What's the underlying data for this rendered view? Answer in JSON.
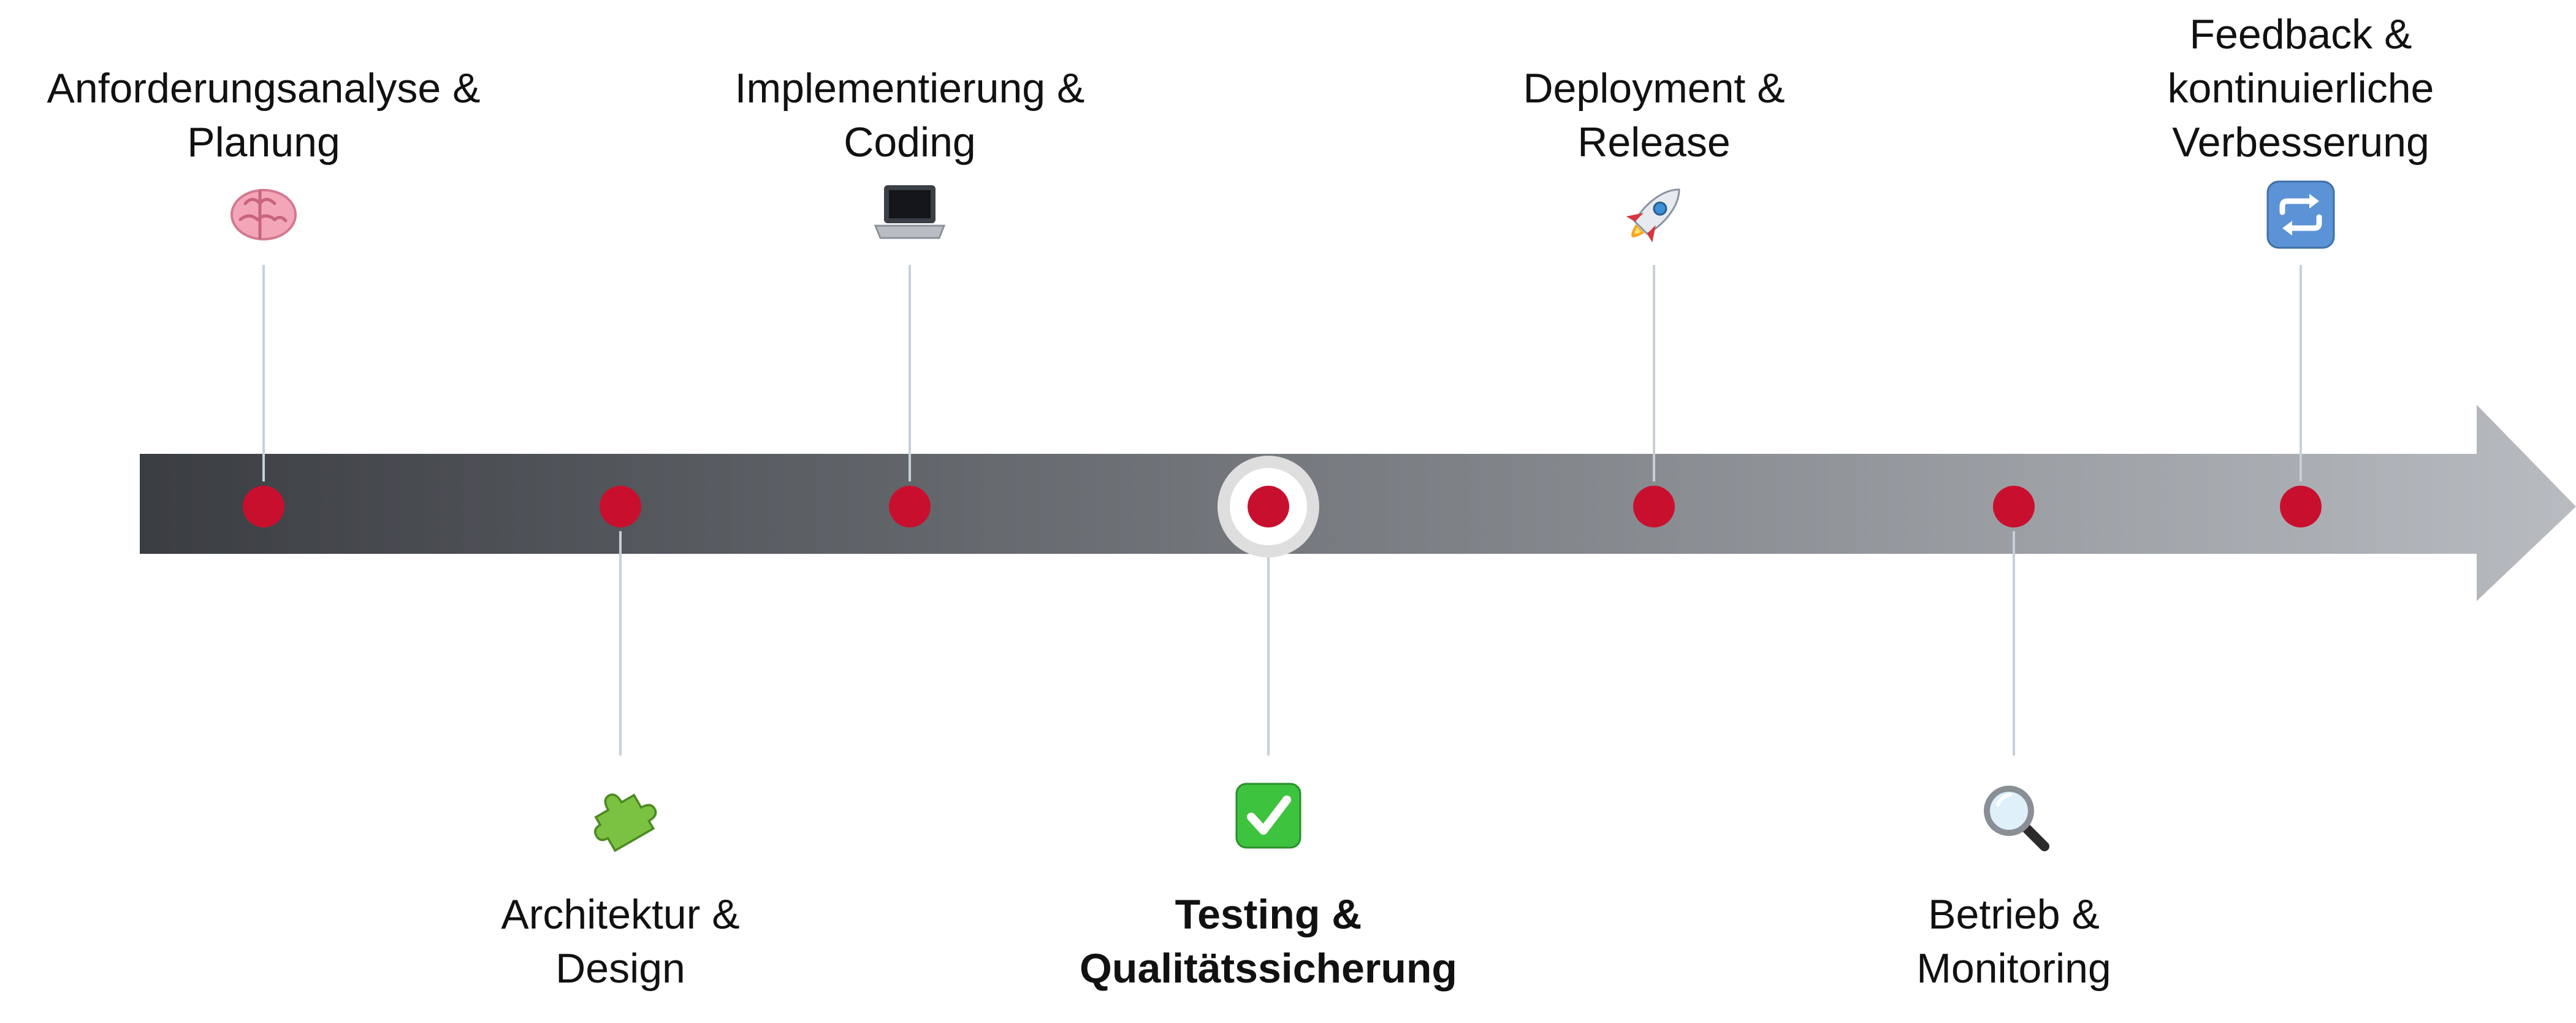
{
  "timeline": {
    "colors": {
      "arrow_start": "#3a3d42",
      "arrow_end": "#b8bcc1",
      "dot": "#c8102e",
      "connector": "#c7d0d9",
      "halo": "#dedede"
    },
    "active_index": 3,
    "stages": [
      {
        "id": "anforderungsanalyse",
        "lines": [
          "Anforderungsanalyse &",
          "Planung"
        ],
        "icon": "brain-icon",
        "side": "top"
      },
      {
        "id": "architektur",
        "lines": [
          "Architektur &",
          "Design"
        ],
        "icon": "puzzle-piece-icon",
        "side": "bottom"
      },
      {
        "id": "implementierung",
        "lines": [
          "Implementierung &",
          "Coding"
        ],
        "icon": "laptop-icon",
        "side": "top"
      },
      {
        "id": "testing",
        "lines": [
          "Testing &",
          "Qualitätssicherung"
        ],
        "icon": "check-mark-button-icon",
        "side": "bottom"
      },
      {
        "id": "deployment",
        "lines": [
          "Deployment &",
          "Release"
        ],
        "icon": "rocket-icon",
        "side": "top"
      },
      {
        "id": "betrieb",
        "lines": [
          "Betrieb &",
          "Monitoring"
        ],
        "icon": "magnifying-glass-icon",
        "side": "bottom"
      },
      {
        "id": "feedback",
        "lines": [
          "Feedback &",
          "kontinuierliche",
          "Verbesserung"
        ],
        "icon": "repeat-arrows-icon",
        "side": "top"
      }
    ]
  }
}
